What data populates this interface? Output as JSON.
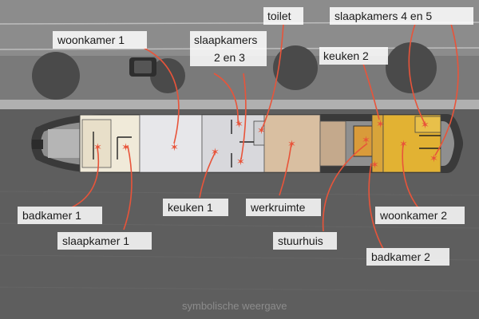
{
  "colors": {
    "water": "#5e5e5e",
    "road": "#8a8a8a",
    "hull": "#3c3c3c",
    "deck": "#9a9a9a",
    "room_living": "#f0ead9",
    "room_light": "#e4e4e6",
    "room_workshop": "#d9bfa1",
    "room_workshop_dark": "#c4a98c",
    "room_yellow": "#e2b233",
    "room_orange": "#d99b3a",
    "arrow": "#e8543a"
  },
  "labels": {
    "woonkamer1": "woonkamer 1",
    "slaapkamers23_l1": "slaapkamers",
    "slaapkamers23_l2": "2 en 3",
    "toilet": "toilet",
    "slaapkamers45": "slaapkamers 4 en 5",
    "keuken2": "keuken 2",
    "badkamer1": "badkamer 1",
    "slaapkamer1": "slaapkamer 1",
    "keuken1": "keuken 1",
    "werkruimte": "werkruimte",
    "woonkamer2": "woonkamer 2",
    "stuurhuis": "stuurhuis",
    "badkamer2": "badkamer 2"
  },
  "caption": "symbolische weergave",
  "marker_glyph": "✶"
}
